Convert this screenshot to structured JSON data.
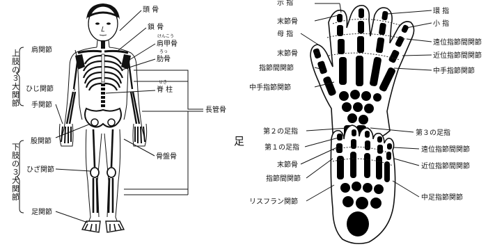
{
  "skeleton": {
    "upper_bracket": [
      "上",
      "肢",
      "の",
      "３",
      "大",
      "関",
      "節"
    ],
    "lower_bracket": [
      "下",
      "肢",
      "の",
      "３",
      "大",
      "関",
      "節"
    ],
    "labels": {
      "skull": "頭 骨",
      "clavicle": "鎖 骨",
      "scapula_ruby": "けんこう",
      "scapula": "肩甲骨",
      "ribs_ruby": "ろっ",
      "ribs": "肋骨",
      "spine_ruby": "せき",
      "spine": "脊 柱",
      "shoulder": "肩関節",
      "elbow": "ひじ関節",
      "wrist": "手関節",
      "long_bone": "長管骨",
      "hip": "股関節",
      "knee": "ひざ関節",
      "ankle": "足関節",
      "sesamoid": "骨盤骨"
    }
  },
  "hand": {
    "top": [
      "示 指",
      "環 指",
      "小 指"
    ],
    "left": [
      "末節骨",
      "母 指",
      "末節骨",
      "指節間関節",
      "中手指節関節"
    ],
    "right": [
      "遠位指節間関節",
      "近位指節間関節",
      "中手指節関節"
    ]
  },
  "foot": {
    "title": "足",
    "left": [
      "第２の足指",
      "第１の足指",
      "末節骨",
      "指節間関節",
      "リスフラン関節"
    ],
    "right": [
      "第３の足指",
      "遠位指節間関節",
      "近位指節間関節",
      "中足指節関節"
    ]
  }
}
